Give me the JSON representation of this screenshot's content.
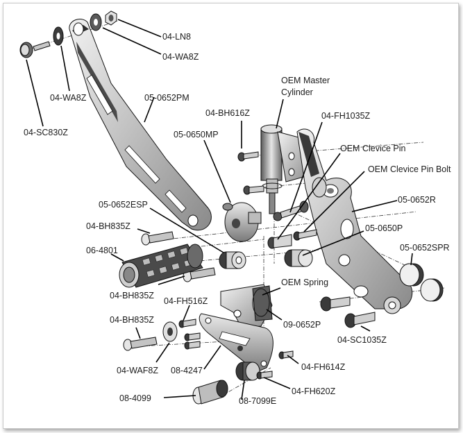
{
  "labels": {
    "ln8": "04-LN8",
    "wa8z_top": "04-WA8Z",
    "wa8z_left": "04-WA8Z",
    "sc830z": "04-SC830Z",
    "pm0652": "05-0652PM",
    "bh616z": "04-BH616Z",
    "oem_master_1": "OEM Master",
    "oem_master_2": "Cylinder",
    "fh1035z": "04-FH1035Z",
    "mp0650": "05-0650MP",
    "oem_clevis_pin": "OEM Clevice Pin",
    "oem_clevis_bolt": "OEM Clevice Pin Bolt",
    "esp0652": "05-0652ESP",
    "r0652": "05-0652R",
    "bh835z_a": "04-BH835Z",
    "p0650": "05-0650P",
    "peg4801": "06-4801",
    "spr0652": "05-0652SPR",
    "bh835z_b": "04-BH835Z",
    "oem_spring": "OEM Spring",
    "fh516z": "04-FH516Z",
    "p0652": "09-0652P",
    "bh835z_c": "04-BH835Z",
    "sc1035z": "04-SC1035Z",
    "waf8z": "04-WAF8Z",
    "b4247": "08-4247",
    "fh614z": "04-FH614Z",
    "fh620z": "04-FH620Z",
    "s4099": "08-4099",
    "e7099": "08-7099E"
  },
  "colors": {
    "part_fill": "#d4d4d4",
    "part_dark": "#3a3a3a",
    "part_mid": "#9a9a9a",
    "leader": "#000000"
  }
}
